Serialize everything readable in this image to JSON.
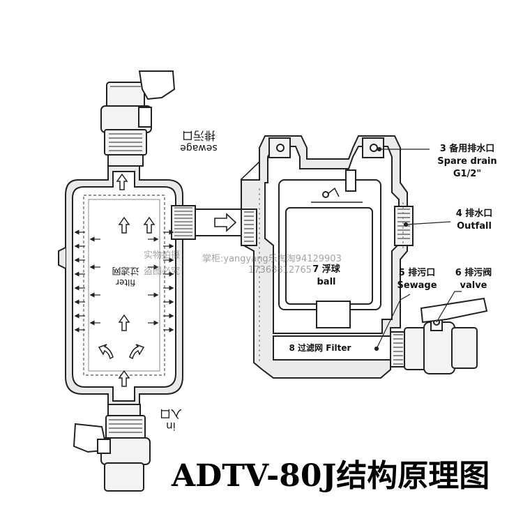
{
  "title": "ADTV-80J结构原理图",
  "inlet": {
    "cn": "入口",
    "en": "in"
  },
  "sewage_top": {
    "cn": "排污口",
    "en": "sewage"
  },
  "filter_left": {
    "cn": "过滤网",
    "en": "filter"
  },
  "callouts": {
    "spare_drain": {
      "line1": "3 备用排水口",
      "line2": "Spare drain",
      "line3": "G1/2\""
    },
    "outfall": {
      "line1": "4 排水口",
      "line2": "Outfall"
    },
    "sewage": {
      "line1": "5 排污口",
      "line2": "Sewage"
    },
    "valve": {
      "line1": "6 排污阀",
      "line2": "valve"
    },
    "ball": {
      "line1": "7 浮球",
      "line2": "ball"
    },
    "filter": {
      "line1": "8 过滤网 Filter"
    }
  },
  "watermark": {
    "line1": "实物拍摄",
    "line2": "盗图必究",
    "shop": "掌柜:yangyang乐淘淘94129903",
    "phone": "17368812765"
  }
}
